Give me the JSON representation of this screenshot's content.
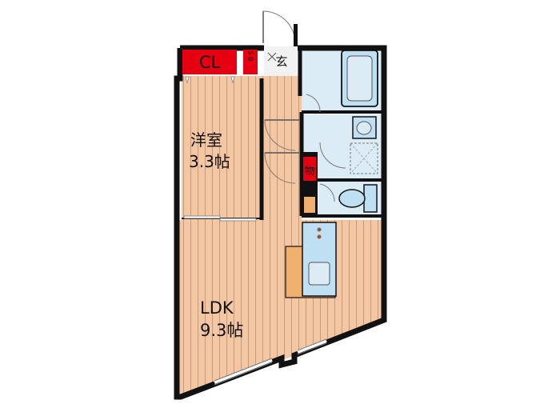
{
  "rooms": {
    "western": {
      "name": "洋室",
      "size": "3.3帖"
    },
    "ldk": {
      "name": "LDK",
      "size": "9.3帖"
    }
  },
  "labels": {
    "closet": "CL",
    "shoe_box": "S B",
    "entrance": "玄",
    "storage": "物"
  },
  "colors": {
    "floor": "#f3c7a4",
    "floor_line": "#c99a78",
    "wall": "#111111",
    "wet_area": "#dcecf6",
    "fixture": "#bfe0f2",
    "closet": "#e60012",
    "counter": "#f0b070"
  }
}
